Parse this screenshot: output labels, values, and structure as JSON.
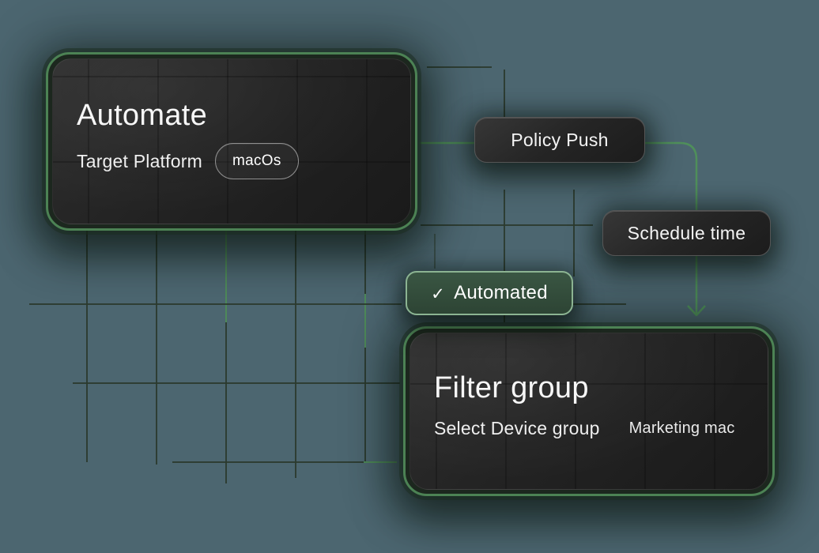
{
  "colors": {
    "background": "#4c6670",
    "accent_green": "#4f8f5a",
    "grid_line": "#2b3a2e",
    "grid_bright": "#4e8a59",
    "card_border_green": "#4c8254",
    "node_border": "#555555",
    "badge_bg": "#35513c",
    "badge_border": "#8cb492",
    "chip_border": "#8f8f8f",
    "text_primary": "#f7f7f7"
  },
  "automate": {
    "title": "Automate",
    "field_label": "Target Platform",
    "field_value": "macOs"
  },
  "policy_push": {
    "label": "Policy Push"
  },
  "schedule_time": {
    "label": "Schedule time"
  },
  "automated": {
    "check_icon": "✓",
    "label": "Automated"
  },
  "filter_group": {
    "title": "Filter group",
    "field_label": "Select Device group",
    "field_value": "Marketing mac"
  }
}
